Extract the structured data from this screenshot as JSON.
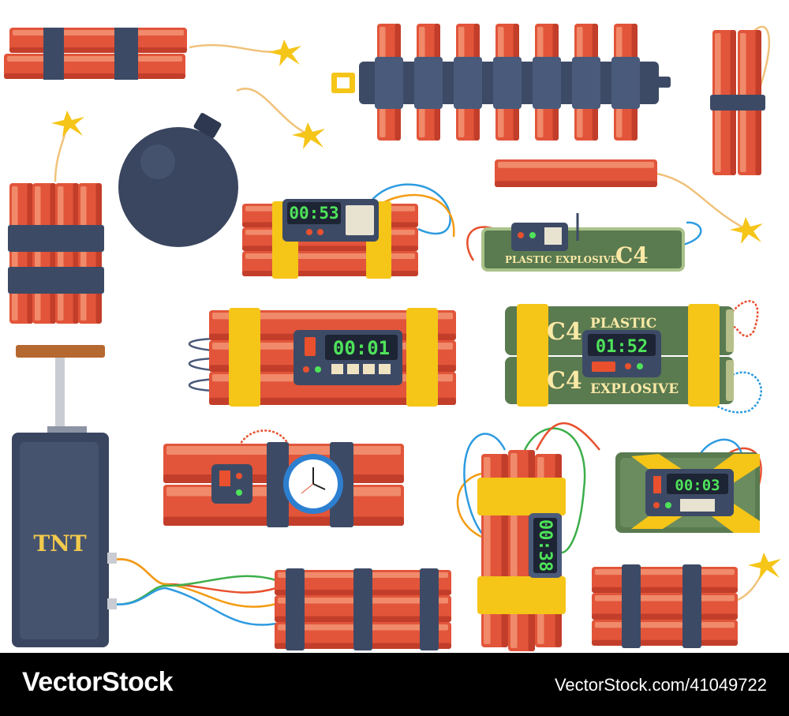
{
  "illustration": {
    "timers": {
      "small_bundle": "00:53",
      "long_bundle": "00:01",
      "stacked_c4": "01:52",
      "green_box": "00:03",
      "vertical_bundle": "00:38"
    },
    "c4_label": "C4",
    "c4_text": "PLASTIC EXPLOSIVE",
    "stacked_c4_top": {
      "label": "C4",
      "text": "PLASTIC"
    },
    "stacked_c4_bottom": {
      "label": "C4",
      "text": "EXPLOSIVE"
    },
    "detonator_label": "TNT",
    "colors": {
      "dynamite": "#e2553a",
      "band": "#3d4a66",
      "tape": "#f5c518",
      "c4_green": "#5a7a50",
      "lcd": "#4ee35a",
      "bomb": "#3a4660"
    }
  },
  "watermark": {
    "brand": "VectorStock",
    "id": "VectorStock.com/41049722"
  }
}
